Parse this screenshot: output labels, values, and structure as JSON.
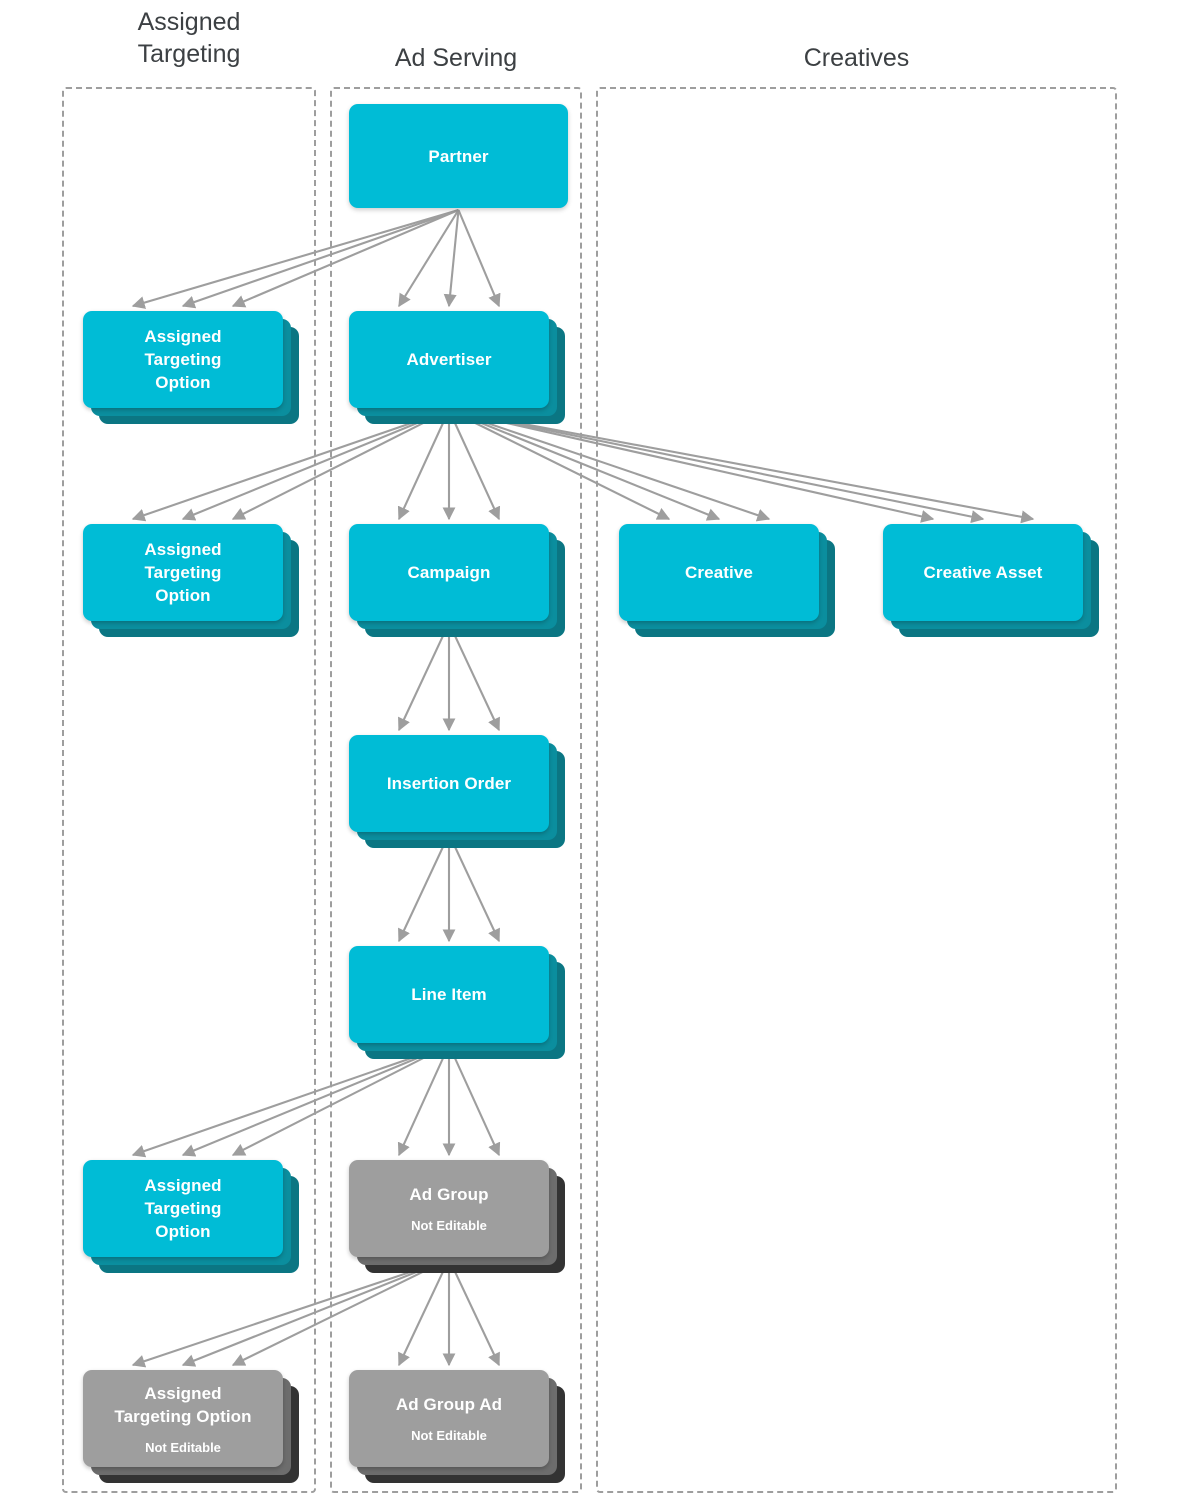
{
  "diagram": {
    "title_columns": [
      {
        "name": "assigned-targeting",
        "label": "Assigned\nTargeting"
      },
      {
        "name": "ad-serving",
        "label": "Ad Serving"
      },
      {
        "name": "creatives",
        "label": "Creatives"
      }
    ],
    "colors": {
      "card_teal": "#00bcd6",
      "stack_teal_mid": "#0b8e9e",
      "stack_teal_dark": "#0b7683",
      "card_gray": "#9e9e9e",
      "stack_gray_mid": "#6d6d6d",
      "stack_gray_dark": "#333333",
      "edge": "#9e9e9e",
      "dashed_border": "#9e9e9e",
      "title_text": "#3c4043",
      "card_text": "#ffffff"
    },
    "nodes": [
      {
        "id": "partner",
        "label": "Partner",
        "sublabel": "",
        "column": "ad-serving",
        "style": "teal",
        "stacked": false
      },
      {
        "id": "ato1",
        "label": "Assigned\nTargeting\nOption",
        "sublabel": "",
        "column": "assigned-targeting",
        "style": "teal",
        "stacked": true
      },
      {
        "id": "advertiser",
        "label": "Advertiser",
        "sublabel": "",
        "column": "ad-serving",
        "style": "teal",
        "stacked": true
      },
      {
        "id": "ato2",
        "label": "Assigned\nTargeting\nOption",
        "sublabel": "",
        "column": "assigned-targeting",
        "style": "teal",
        "stacked": true
      },
      {
        "id": "campaign",
        "label": "Campaign",
        "sublabel": "",
        "column": "ad-serving",
        "style": "teal",
        "stacked": true
      },
      {
        "id": "creative",
        "label": "Creative",
        "sublabel": "",
        "column": "creatives",
        "style": "teal",
        "stacked": true
      },
      {
        "id": "creative_asset",
        "label": "Creative Asset",
        "sublabel": "",
        "column": "creatives",
        "style": "teal",
        "stacked": true
      },
      {
        "id": "insertion_order",
        "label": "Insertion Order",
        "sublabel": "",
        "column": "ad-serving",
        "style": "teal",
        "stacked": true
      },
      {
        "id": "line_item",
        "label": "Line Item",
        "sublabel": "",
        "column": "ad-serving",
        "style": "teal",
        "stacked": true
      },
      {
        "id": "ato3",
        "label": "Assigned\nTargeting\nOption",
        "sublabel": "",
        "column": "assigned-targeting",
        "style": "teal",
        "stacked": true
      },
      {
        "id": "ad_group",
        "label": "Ad Group",
        "sublabel": "Not Editable",
        "column": "ad-serving",
        "style": "gray",
        "stacked": true
      },
      {
        "id": "ato4",
        "label": "Assigned\nTargeting Option",
        "sublabel": "Not Editable",
        "column": "assigned-targeting",
        "style": "gray",
        "stacked": true
      },
      {
        "id": "ad_group_ad",
        "label": "Ad Group Ad",
        "sublabel": "Not Editable",
        "column": "ad-serving",
        "style": "gray",
        "stacked": true
      }
    ],
    "edges": [
      {
        "from": "partner",
        "to": "ato1",
        "multiplicity": 3
      },
      {
        "from": "partner",
        "to": "advertiser",
        "multiplicity": 3
      },
      {
        "from": "advertiser",
        "to": "ato2",
        "multiplicity": 3
      },
      {
        "from": "advertiser",
        "to": "campaign",
        "multiplicity": 3
      },
      {
        "from": "advertiser",
        "to": "creative",
        "multiplicity": 3
      },
      {
        "from": "advertiser",
        "to": "creative_asset",
        "multiplicity": 3
      },
      {
        "from": "campaign",
        "to": "insertion_order",
        "multiplicity": 3
      },
      {
        "from": "insertion_order",
        "to": "line_item",
        "multiplicity": 3
      },
      {
        "from": "line_item",
        "to": "ato3",
        "multiplicity": 3
      },
      {
        "from": "line_item",
        "to": "ad_group",
        "multiplicity": 3
      },
      {
        "from": "ad_group",
        "to": "ato4",
        "multiplicity": 3
      },
      {
        "from": "ad_group",
        "to": "ad_group_ad",
        "multiplicity": 3
      }
    ]
  }
}
